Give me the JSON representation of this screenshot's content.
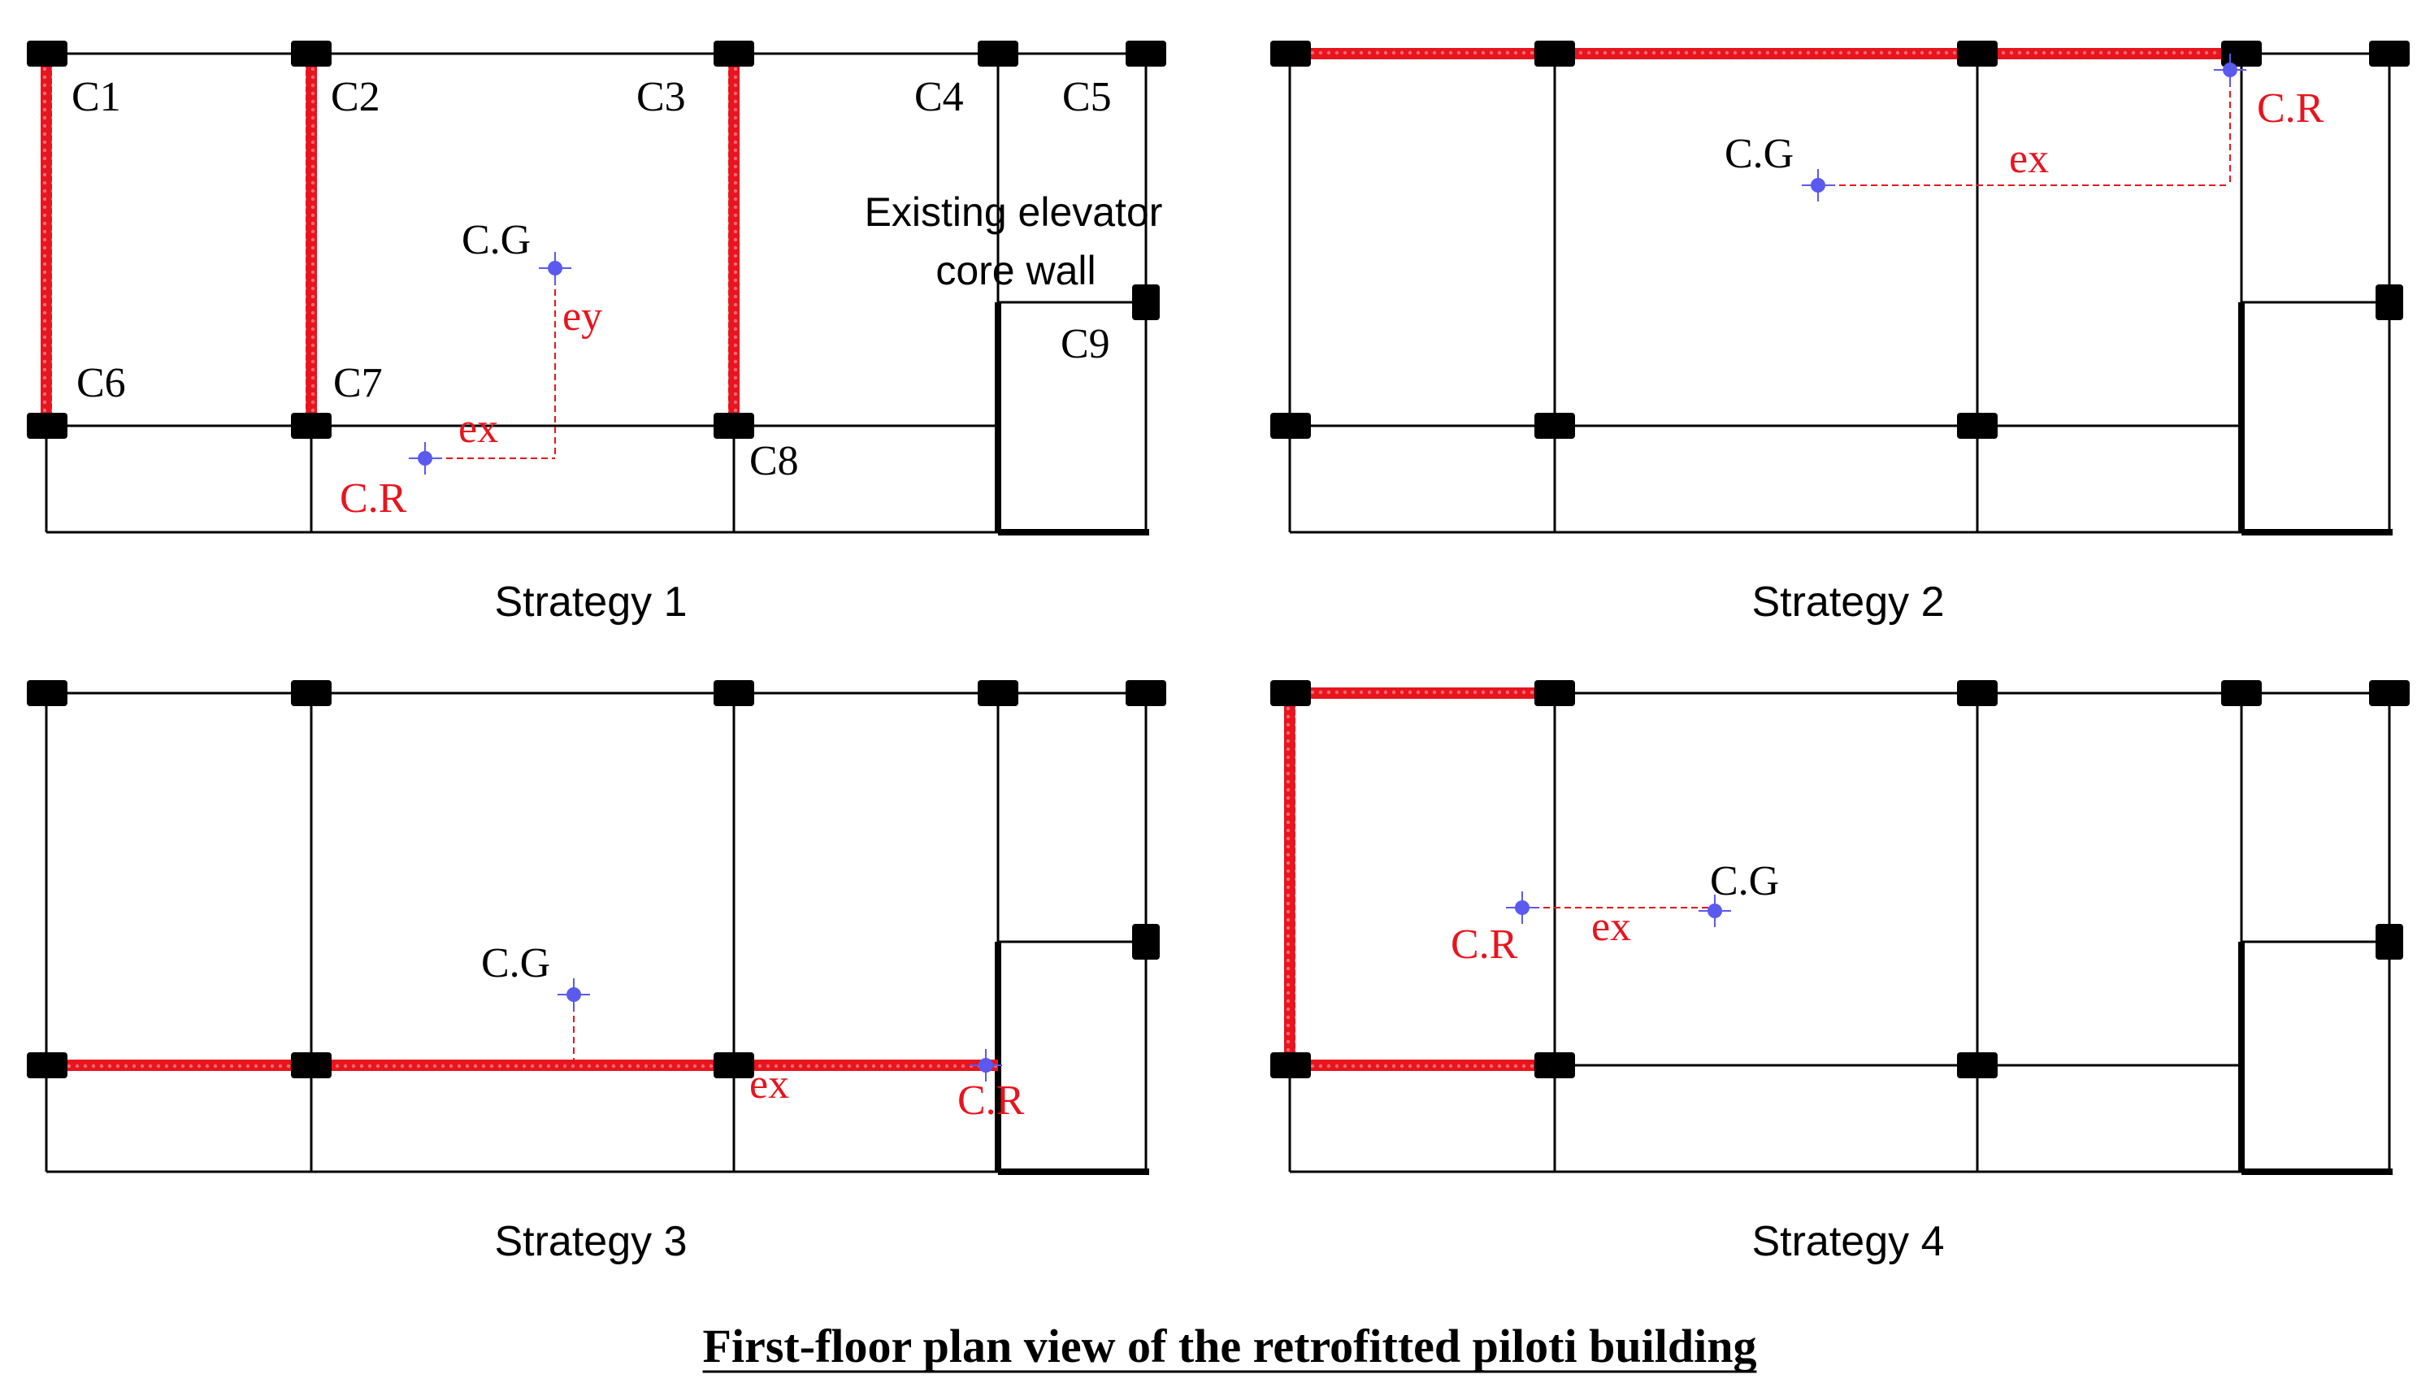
{
  "figure": {
    "caption": "First-floor plan view of the retrofitted piloti building"
  },
  "colors": {
    "frame": "#000000",
    "retrofit": "#e8141e",
    "point": "#5a5af0",
    "annotation": "#e8141e",
    "text": "#000000"
  },
  "column_labels": [
    "C1",
    "C2",
    "C3",
    "C4",
    "C5",
    "C6",
    "C7",
    "C8",
    "C9"
  ],
  "core_wall_label": [
    "Existing elevator",
    "core wall"
  ],
  "strategies": [
    {
      "title": "Strategy 1",
      "cg_label": "C.G",
      "cr_label": "C.R",
      "ex_label": "ex",
      "ey_label": "ey"
    },
    {
      "title": "Strategy 2",
      "cg_label": "C.G",
      "cr_label": "C.R",
      "ex_label": "ex"
    },
    {
      "title": "Strategy 3",
      "cg_label": "C.G",
      "cr_label": "C.R",
      "ex_label": "ex"
    },
    {
      "title": "Strategy 4",
      "cg_label": "C.G",
      "cr_label": "C.R",
      "ex_label": "ex"
    }
  ]
}
